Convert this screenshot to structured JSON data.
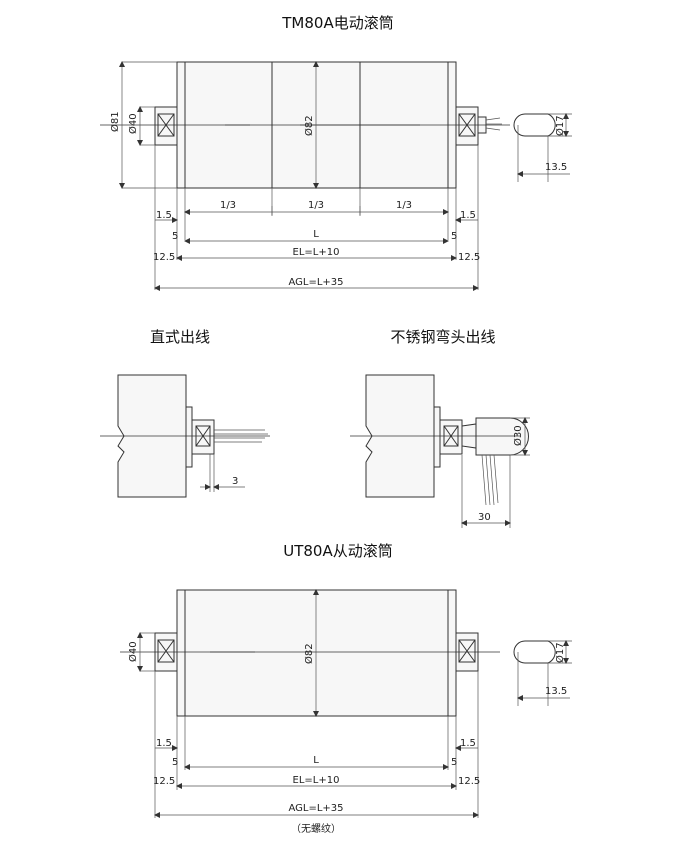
{
  "titles": {
    "tm": "TM80A电动滚筒",
    "straight": "直式出线",
    "elbow": "不锈钢弯头出线",
    "ut": "UT80A从动滚筒",
    "no_thread": "（无螺纹）"
  },
  "dims": {
    "d81": "Ø81",
    "d40": "Ø40",
    "d82": "Ø82",
    "d17": "Ø17",
    "d30": "Ø30",
    "flat": "13.5",
    "third": "1/3",
    "gap": "1.5",
    "five": "5",
    "l": "L",
    "el": "EL=L+10",
    "end": "12.5",
    "agl": "AGL=L+35",
    "three": "3",
    "thirty": "30"
  }
}
